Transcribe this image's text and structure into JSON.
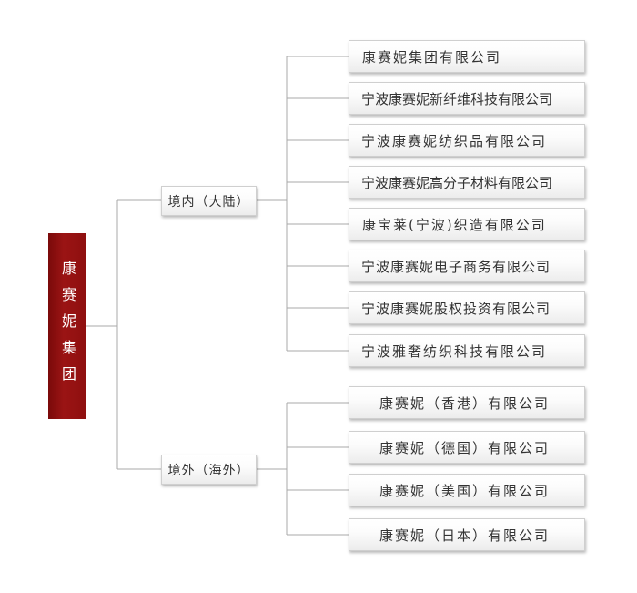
{
  "root": {
    "label": "康赛妮集团"
  },
  "domestic": {
    "label": "境内（大陆）",
    "companies": [
      {
        "label": "康赛妮集团有限公司"
      },
      {
        "label": "宁波康赛妮新纤维科技有限公司"
      },
      {
        "label": "宁波康赛妮纺织品有限公司"
      },
      {
        "label": "宁波康赛妮高分子材料有限公司"
      },
      {
        "label": "康宝莱(宁波)织造有限公司"
      },
      {
        "label": "宁波康赛妮电子商务有限公司"
      },
      {
        "label": "宁波康赛妮股权投资有限公司"
      },
      {
        "label": "宁波雅奢纺织科技有限公司"
      }
    ]
  },
  "overseas": {
    "label": "境外（海外）",
    "companies": [
      {
        "label": "康赛妮（香港）有限公司"
      },
      {
        "label": "康赛妮（德国）有限公司"
      },
      {
        "label": "康赛妮（美国）有限公司"
      },
      {
        "label": "康赛妮（日本）有限公司"
      }
    ]
  },
  "colors": {
    "root_fill": "#8e0f0f",
    "connector": "#a8a8a8",
    "box_text": "#333333"
  }
}
